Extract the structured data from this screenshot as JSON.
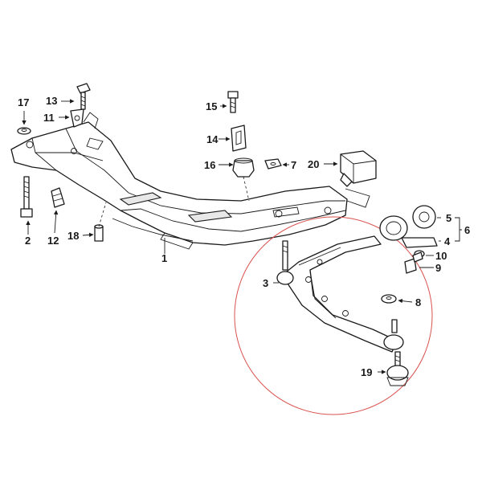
{
  "diagram": {
    "callouts": [
      "1",
      "2",
      "3",
      "4",
      "5",
      "6",
      "7",
      "8",
      "9",
      "10",
      "11",
      "12",
      "13",
      "14",
      "15",
      "16",
      "17",
      "18",
      "19",
      "20"
    ]
  },
  "colors": {
    "line": "#1a1a1a",
    "highlight_circle": "#d9534f",
    "background": "#ffffff"
  }
}
